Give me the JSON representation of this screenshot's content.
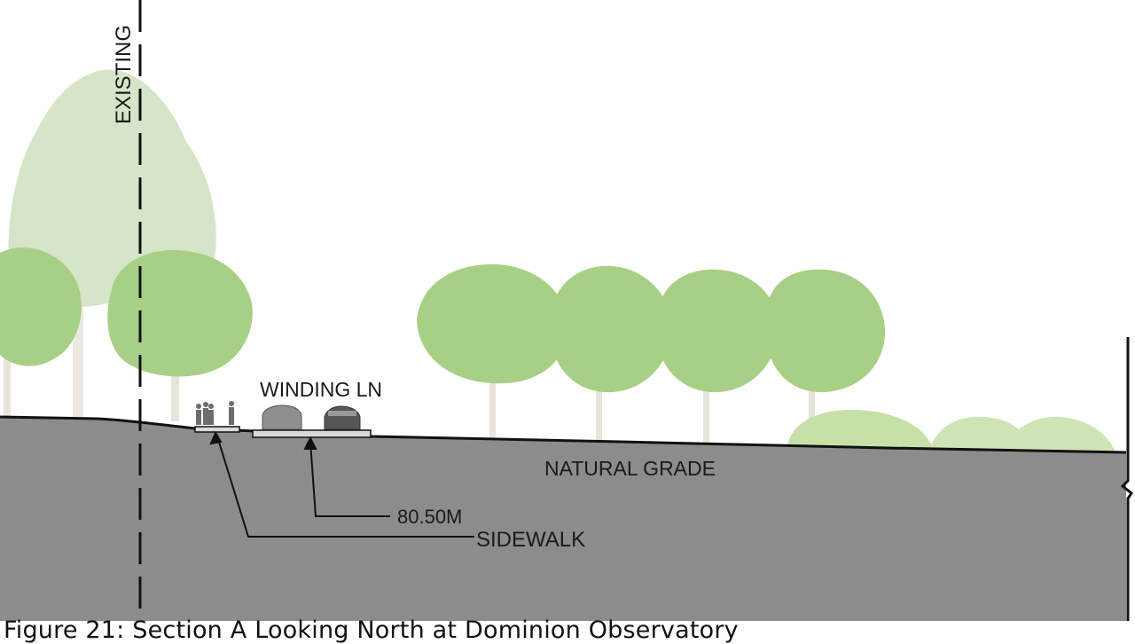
{
  "labels": {
    "existing": "EXISTING",
    "road": "WINDING LN",
    "grade": "NATURAL GRADE",
    "elevation": "80.50M",
    "sidewalk": "SIDEWALK"
  },
  "caption": "Figure 21: Section A Looking North at Dominion Observatory",
  "colors": {
    "ground": "#8c8c8c",
    "tree_far": "#d6e5c8",
    "tree_near": "#a8cf86",
    "tree_trunk": "#e9e4da",
    "shrub": "#c7e0a8",
    "line": "#111111"
  }
}
